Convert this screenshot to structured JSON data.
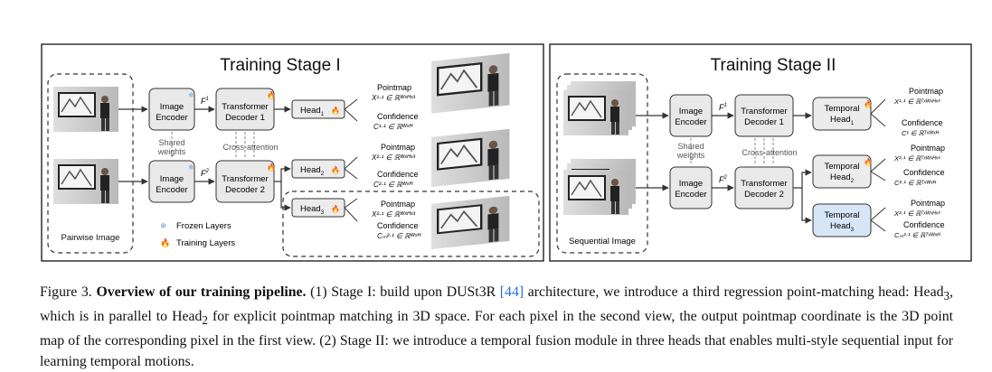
{
  "stage1": {
    "title": "Training Stage I",
    "pairwise_label": "Pairwise Image",
    "enc1": [
      "Image",
      "Encoder"
    ],
    "enc2": [
      "Image",
      "Encoder"
    ],
    "shared": [
      "Shared",
      "weights"
    ],
    "f1": "F",
    "f1_sup": "1",
    "f2": "F",
    "f2_sup": "2",
    "dec1": [
      "Transformer",
      "Decoder 1"
    ],
    "dec2": [
      "Transformer",
      "Decoder 2"
    ],
    "cross": "Cross-attention",
    "head1": "Head",
    "head1_sub": "1",
    "head2": "Head",
    "head2_sub": "2",
    "head3": "Head",
    "head3_sub": "3",
    "legend_frozen": "Frozen Layers",
    "legend_training": "Training Layers",
    "out1_pm": "Pointmap",
    "out1_pm_math": "X¹·¹ ∈ ℝᵂˣᴴˣ³",
    "out1_conf": "Confidence",
    "out1_conf_math": "C¹·¹ ∈ ℝᵂˣᴴ",
    "out2_pm": "Pointmap",
    "out2_pm_math": "X²·¹ ∈ ℝᵂˣᴴˣ³",
    "out2_conf": "Confidence",
    "out2_conf_math": "C²·¹ ∈ ℝᵂˣᴴ",
    "out3_pm": "Pointmap",
    "out3_pm_math": "X²·¹ ∈ ℝᵂˣᴴˣ³",
    "out3_conf": "Confidence",
    "out3_conf_math": "Cₘ²·¹ ∈ ℝᵂˣᴴ"
  },
  "stage2": {
    "title": "Training Stage II",
    "sequential_label": "Sequential Image",
    "enc1": [
      "Image",
      "Encoder"
    ],
    "enc2": [
      "Image",
      "Encoder"
    ],
    "shared": [
      "Shared",
      "weights"
    ],
    "f1": "F",
    "f1_sup": "1",
    "f2": "F",
    "f2_sup": "2",
    "dec1": [
      "Transformer",
      "Decoder 1"
    ],
    "dec2": [
      "Transformer",
      "Decoder 2"
    ],
    "cross": "Cross-attention",
    "th1": [
      "Temporal",
      "Head"
    ],
    "th1_sub": "1",
    "th2": [
      "Temporal",
      "Head"
    ],
    "th2_sub": "2",
    "th3": [
      "Temporal",
      "Head"
    ],
    "th3_sub": "3",
    "out1_pm": "Pointmap",
    "out1_pm_math": "X¹·¹ ∈ ℝᵀˣᵂˣᴴˣ³",
    "out1_conf": "Confidence",
    "out1_conf_math": "C¹ ∈ ℝᵀˣᵂˣᴴ",
    "out2_pm": "Pointmap",
    "out2_pm_math": "X²·¹ ∈ ℝᵀˣᵂˣᴴˣ³",
    "out2_conf": "Confidence",
    "out2_conf_math": "C²·¹ ∈ ℝᵀˣᵂˣᴴ",
    "out3_pm": "Pointmap",
    "out3_pm_math": "X²·¹ ∈ ℝᵀˣᵂˣᴴˣ³",
    "out3_conf": "Confidence",
    "out3_conf_math": "Cₘ²·¹ ∈ ℝᵀˣᵂˣᴴ"
  },
  "caption": {
    "label": "Figure 3.",
    "bold": "Overview of our training pipeline.",
    "text_a": "(1) Stage I: build upon DUSt3R ",
    "cite": "[44]",
    "text_b": " architecture, we introduce a third regression point-matching head: Head",
    "sub3": "3",
    "text_c": ", which is in parallel to Head",
    "sub2": "2",
    "text_d": " for explicit pointmap matching in 3D space. For each pixel in the second view, the output pointmap coordinate is the 3D point map of the corresponding pixel in the first view. (2) Stage II: we introduce a temporal fusion module in three heads that enables multi-style sequential input for learning temporal motions."
  },
  "colors": {
    "box_fill": "#e9e9e9",
    "box_stroke": "#333333",
    "temporal3_fill": "#d6e6f7",
    "frozen_icon": "#6fa8dc",
    "fire_icon": "#f08a24",
    "cite": "#2a6fdb"
  },
  "icons": [
    "snowflake-icon",
    "fire-icon",
    "photo-thumbnail"
  ]
}
